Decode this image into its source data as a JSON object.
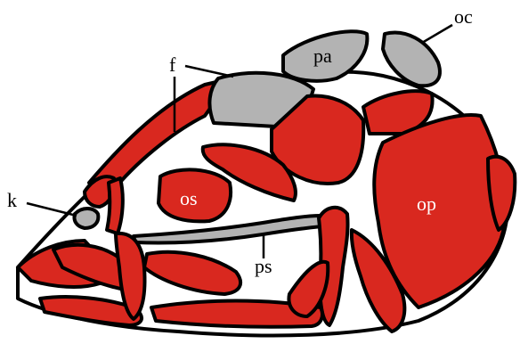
{
  "labels": {
    "k": "k",
    "f": "f",
    "pa": "pa",
    "oc": "oc",
    "os": "os",
    "op": "op",
    "ps": "ps"
  },
  "colors": {
    "bone": "#d9281f",
    "highlighted_bone": "#b3b3b3",
    "outline": "#000000",
    "background": "#ffffff"
  }
}
